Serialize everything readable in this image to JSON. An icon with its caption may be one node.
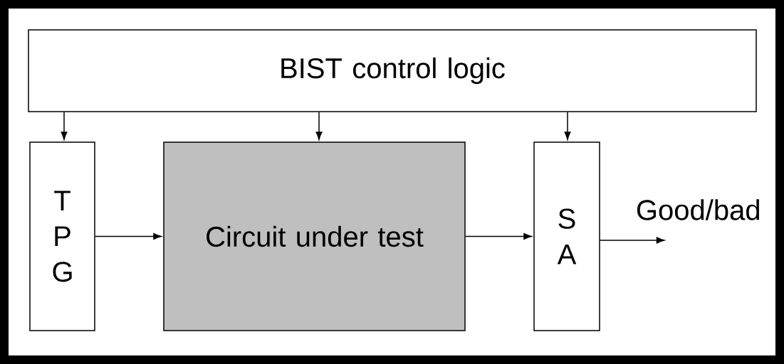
{
  "diagram": {
    "nodes": [
      {
        "text": [
          "BIST control logic"
        ]
      },
      {
        "text": [
          "T P G"
        ]
      },
      {
        "text": [
          "Circuit under test"
        ]
      },
      {
        "text": [
          "S A"
        ]
      }
    ],
    "edges": [
      {
        "from": 0,
        "to": 1,
        "arrow": "to"
      },
      {
        "from": 0,
        "to": 2,
        "arrow": "to"
      },
      {
        "from": 0,
        "to": 3,
        "arrow": "to"
      },
      {
        "from": 1,
        "to": 2,
        "arrow": "to"
      },
      {
        "from": 2,
        "to": 3,
        "arrow": "to"
      },
      {
        "from": 3,
        "to": null,
        "arrow": "to",
        "label": "Good/bad"
      }
    ]
  }
}
